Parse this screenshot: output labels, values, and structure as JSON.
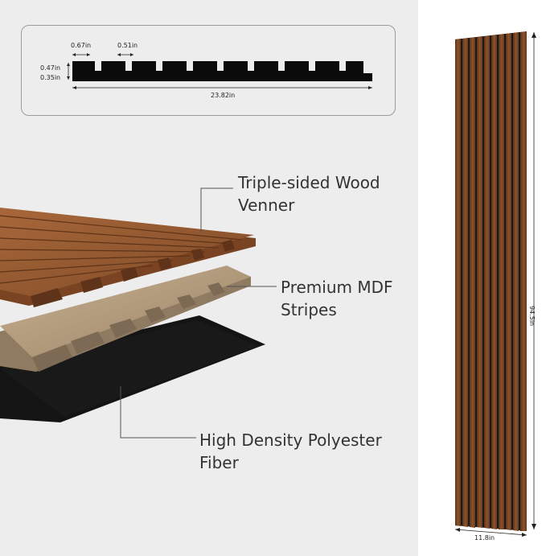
{
  "profile_diagram": {
    "slat_width": "0.67in",
    "gap_width": "0.51in",
    "total_height": "0.47in",
    "base_height": "0.35in",
    "total_width": "23.82in"
  },
  "layers": {
    "top_label": "Triple-sided Wood\nVenner",
    "middle_label": "Premium MDF\nStripes",
    "bottom_label": "High Density Polyester\nFiber"
  },
  "panel": {
    "height_label": "94.5in",
    "width_label": "11.8in"
  },
  "colors": {
    "wood": "#8b5530",
    "mdf": "#b39a7c",
    "felt": "#111111",
    "background": "#ededed"
  }
}
